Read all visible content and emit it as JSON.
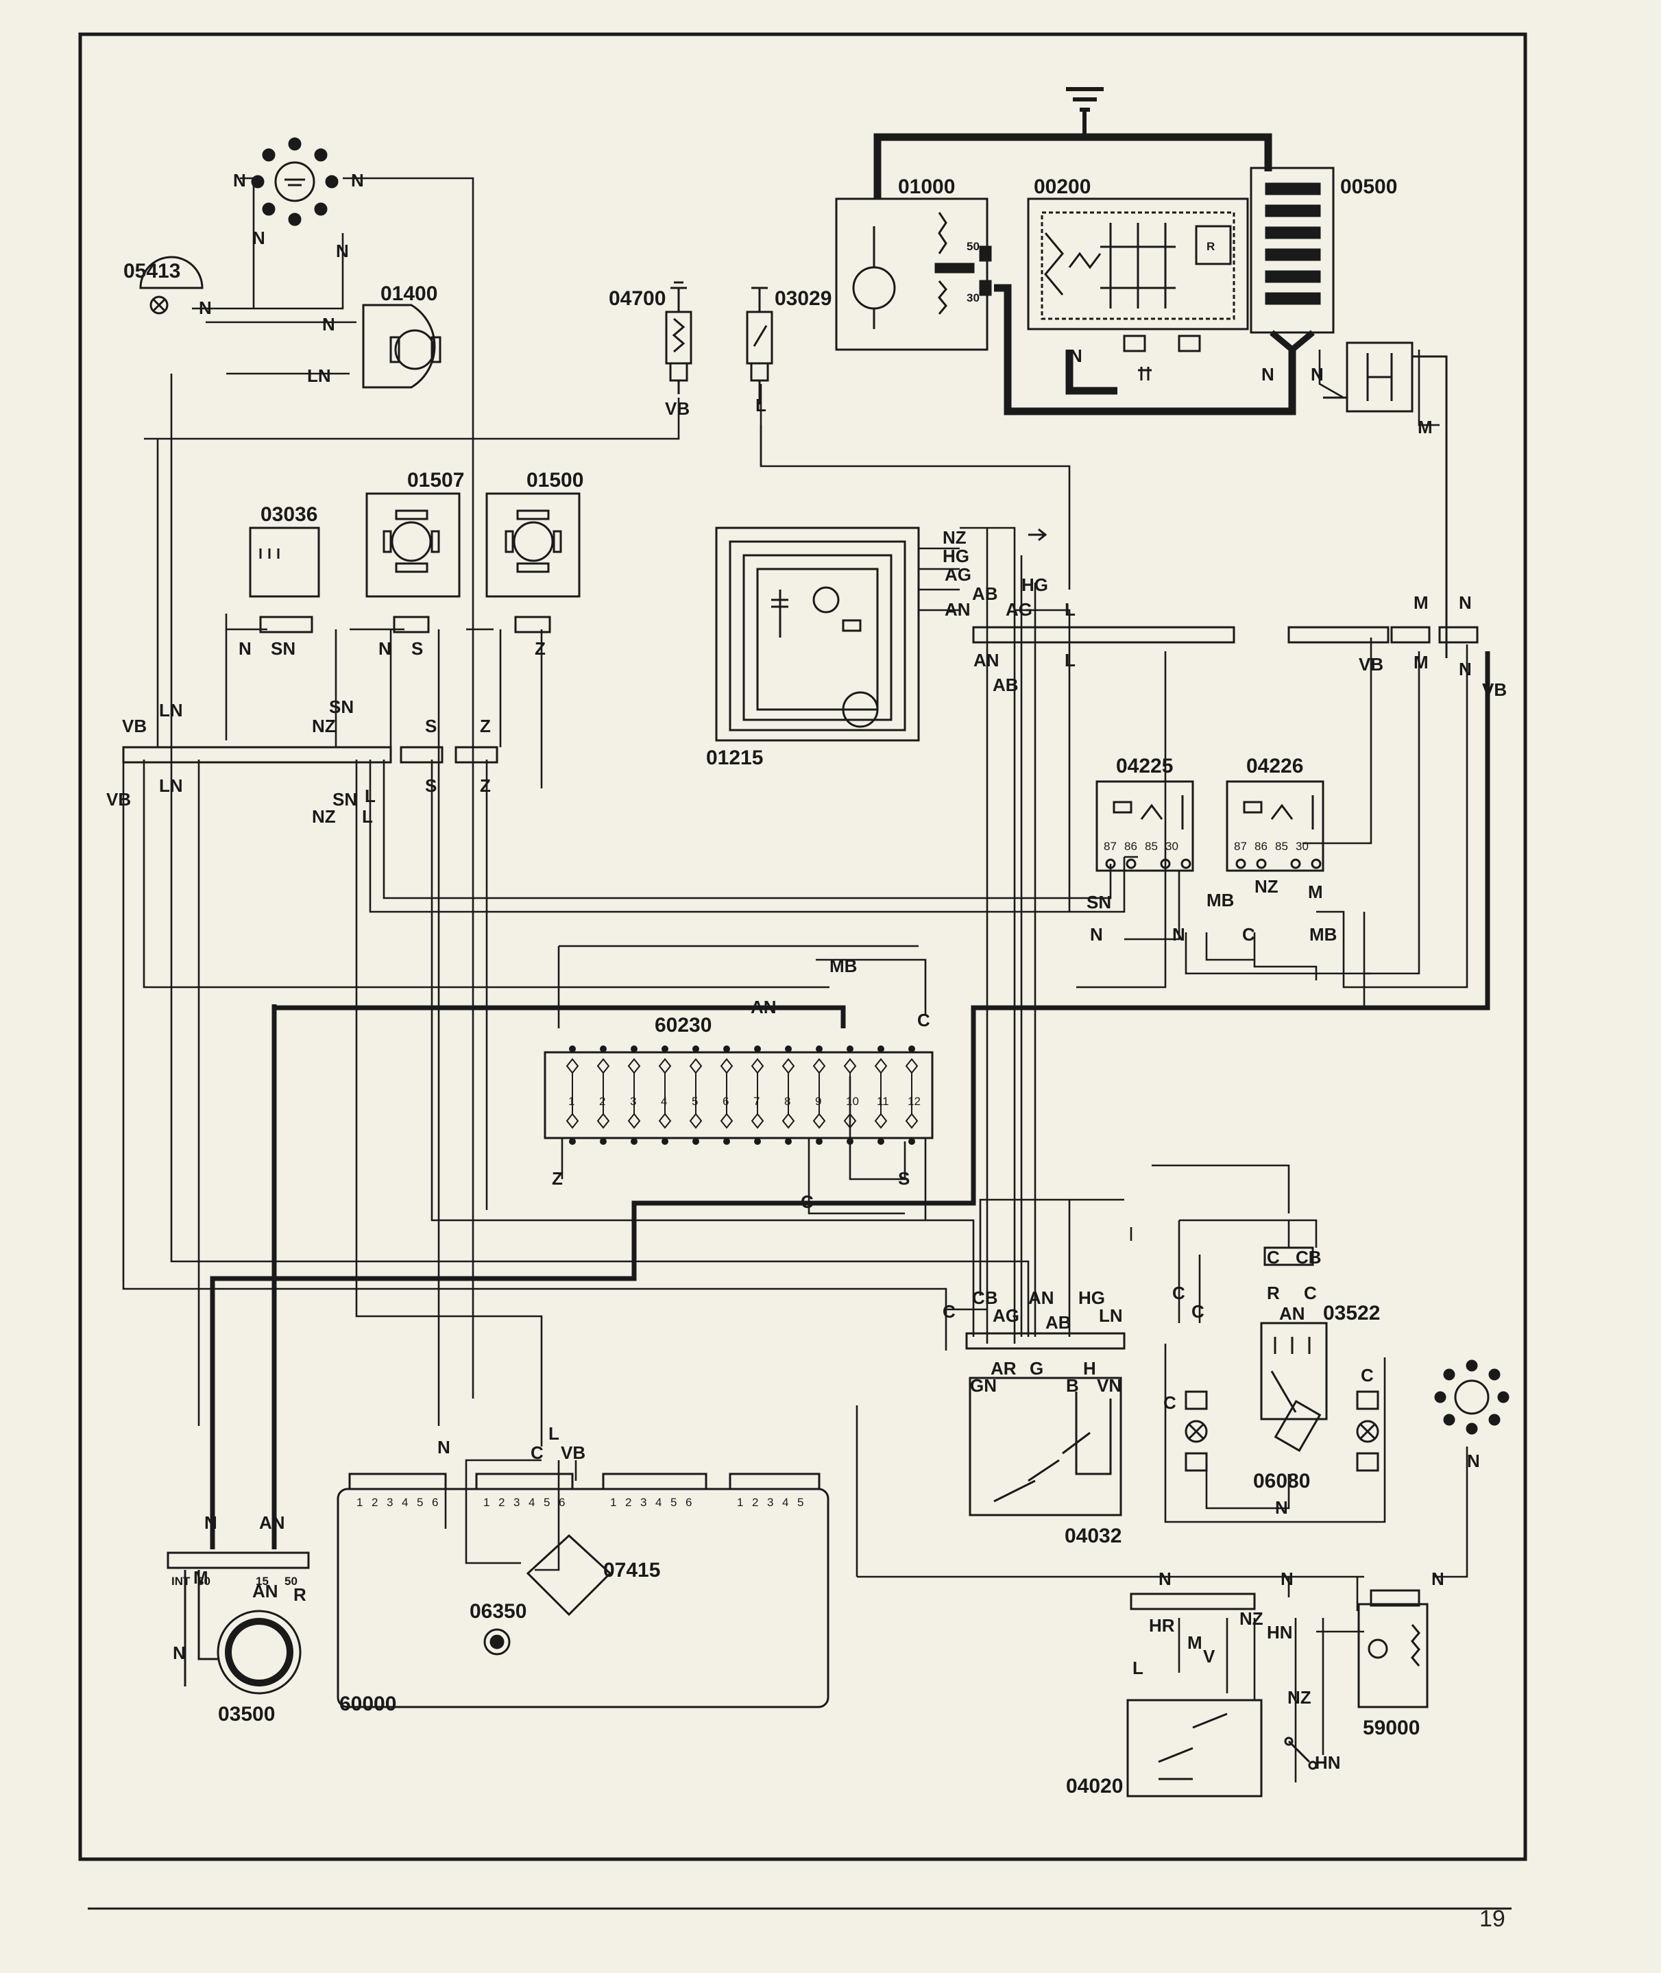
{
  "components": [
    {
      "id": "c05413",
      "code": "05413"
    },
    {
      "id": "c01400",
      "code": "01400"
    },
    {
      "id": "c04700",
      "code": "04700"
    },
    {
      "id": "c03029",
      "code": "03029"
    },
    {
      "id": "c01000",
      "code": "01000"
    },
    {
      "id": "c00200",
      "code": "00200"
    },
    {
      "id": "c00500",
      "code": "00500"
    },
    {
      "id": "c03036",
      "code": "03036"
    },
    {
      "id": "c01507",
      "code": "01507"
    },
    {
      "id": "c01500",
      "code": "01500"
    },
    {
      "id": "c01215",
      "code": "01215"
    },
    {
      "id": "c04225",
      "code": "04225"
    },
    {
      "id": "c04226",
      "code": "04226"
    },
    {
      "id": "c60230",
      "code": "60230"
    },
    {
      "id": "c03522",
      "code": "03522"
    },
    {
      "id": "c06080",
      "code": "06080"
    },
    {
      "id": "c04032",
      "code": "04032"
    },
    {
      "id": "c07415",
      "code": "07415"
    },
    {
      "id": "c06350",
      "code": "06350"
    },
    {
      "id": "c60000",
      "code": "60000"
    },
    {
      "id": "c03500",
      "code": "03500"
    },
    {
      "id": "c59000",
      "code": "59000"
    },
    {
      "id": "c04020",
      "code": "04020"
    }
  ],
  "wire_labels": [
    "N",
    "N",
    "N",
    "N",
    "N",
    "N",
    "LN",
    "VB",
    "L",
    "VB",
    "VB",
    "VB",
    "LN",
    "LN",
    "SN",
    "SN",
    "SN",
    "NZ",
    "NZ",
    "S",
    "S",
    "S",
    "Z",
    "Z",
    "Z",
    "L",
    "L",
    "N",
    "N",
    "NZ",
    "HG",
    "HG",
    "AG",
    "AG",
    "AB",
    "AB",
    "AN",
    "AN",
    "L",
    "L",
    "N",
    "N",
    "N",
    "M",
    "M",
    "M",
    "N",
    "N",
    "VB",
    "SN",
    "MB",
    "NZ",
    "M",
    "N",
    "C",
    "MB",
    "N",
    "MB",
    "AN",
    "C",
    "Z",
    "S",
    "C",
    "CB",
    "AG",
    "AN",
    "AB",
    "HG",
    "LN",
    "C",
    "AR",
    "G",
    "GN",
    "B",
    "H",
    "VN",
    "C",
    "C",
    "C",
    "C",
    "CB",
    "R",
    "C",
    "AN",
    "C",
    "N",
    "N",
    "N",
    "N",
    "N",
    "AN",
    "M",
    "AN",
    "R",
    "N",
    "N",
    "C",
    "L",
    "VB",
    "N",
    "HR",
    "M",
    "V",
    "NZ",
    "HN",
    "L",
    "NZ",
    "HN",
    "50",
    "30",
    "R",
    "INT",
    "30",
    "15",
    "50"
  ],
  "connector_60230_pins": [
    "1",
    "2",
    "3",
    "4",
    "5",
    "6",
    "7",
    "8",
    "9",
    "10",
    "11",
    "12"
  ],
  "connector_60000_blocks": [
    [
      "1",
      "2",
      "3",
      "4",
      "5",
      "6"
    ],
    [
      "1",
      "2",
      "3",
      "4",
      "5",
      "6"
    ],
    [
      "1",
      "2",
      "3",
      "4",
      "5",
      "6"
    ],
    [
      "1",
      "2",
      "3",
      "4",
      "5"
    ]
  ],
  "relay_pins": [
    "87",
    "86",
    "85",
    "30"
  ],
  "page_number": "19"
}
